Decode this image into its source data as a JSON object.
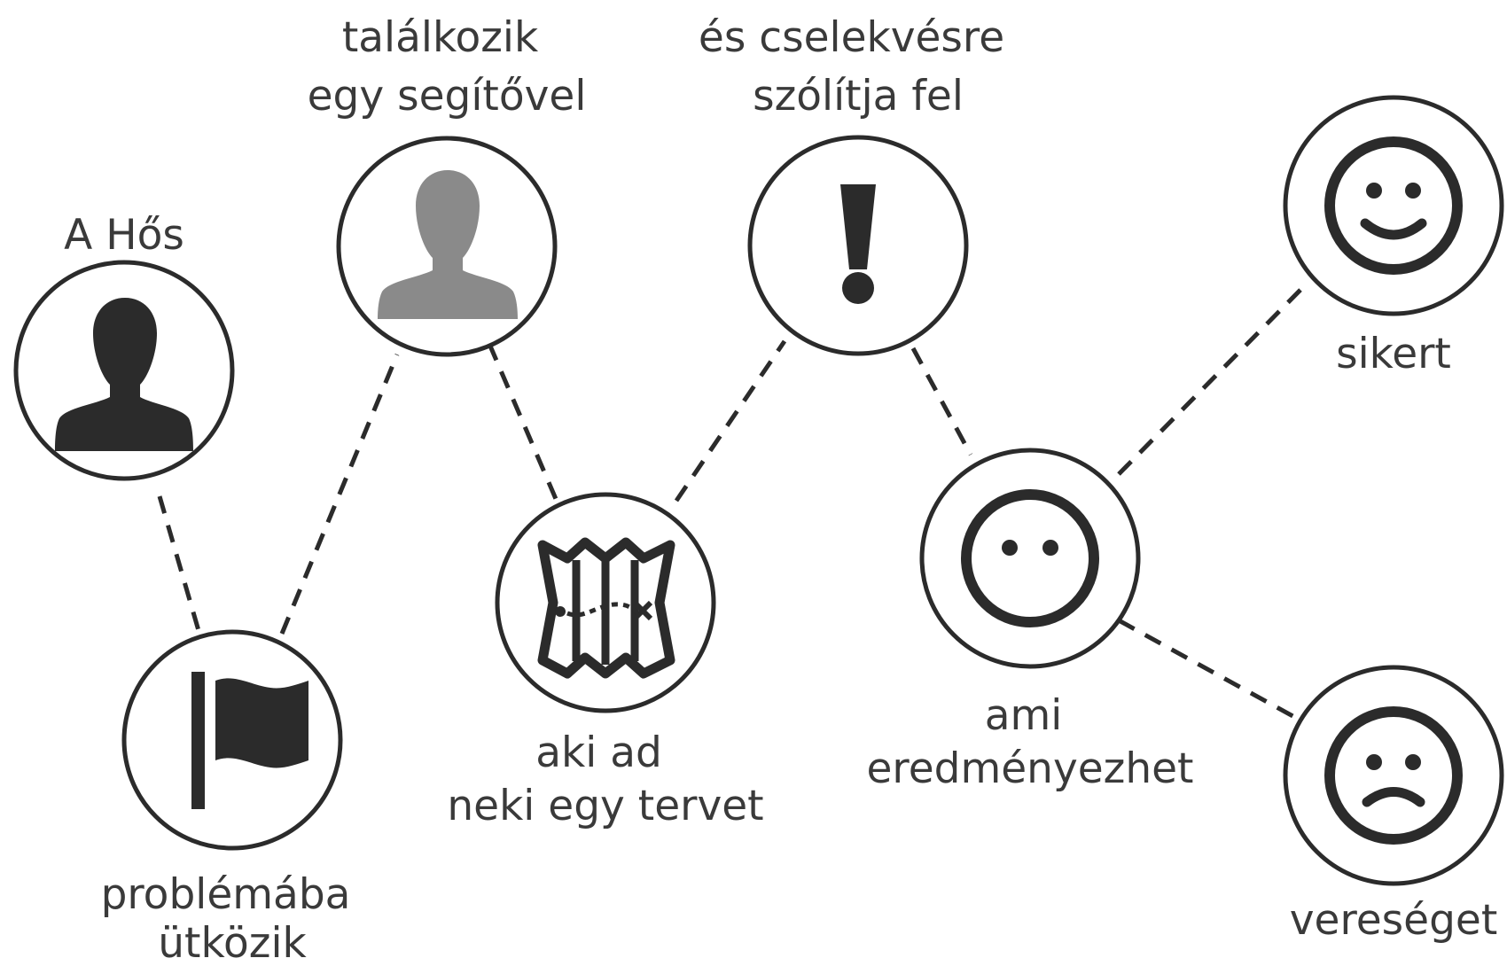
{
  "nodes": [
    {
      "id": "hero",
      "icon": "person-icon",
      "label_lines": [
        "A Hős"
      ]
    },
    {
      "id": "problem",
      "icon": "flag-icon",
      "label_lines": [
        "problémába",
        "ütközik"
      ]
    },
    {
      "id": "mentor",
      "icon": "person-icon",
      "label_lines": [
        "találkozik",
        "egy segítővel"
      ]
    },
    {
      "id": "plan",
      "icon": "treasure-map-icon",
      "label_lines": [
        "aki ad",
        "neki egy tervet"
      ]
    },
    {
      "id": "call",
      "icon": "exclamation-icon",
      "label_lines": [
        "és cselekvésre",
        "szólítja fel"
      ]
    },
    {
      "id": "outcome",
      "icon": "neutral-face-icon",
      "label_lines": [
        "ami",
        "eredményezhet"
      ]
    },
    {
      "id": "success",
      "icon": "smiley-face-icon",
      "label_lines": [
        "sikert"
      ]
    },
    {
      "id": "failure",
      "icon": "sad-face-icon",
      "label_lines": [
        "vereséget"
      ]
    }
  ],
  "colors": {
    "line": "#2b2b2b",
    "text": "#3a3a3a",
    "mentor_silhouette": "#8a8a8a",
    "hero_silhouette": "#2b2b2b"
  }
}
